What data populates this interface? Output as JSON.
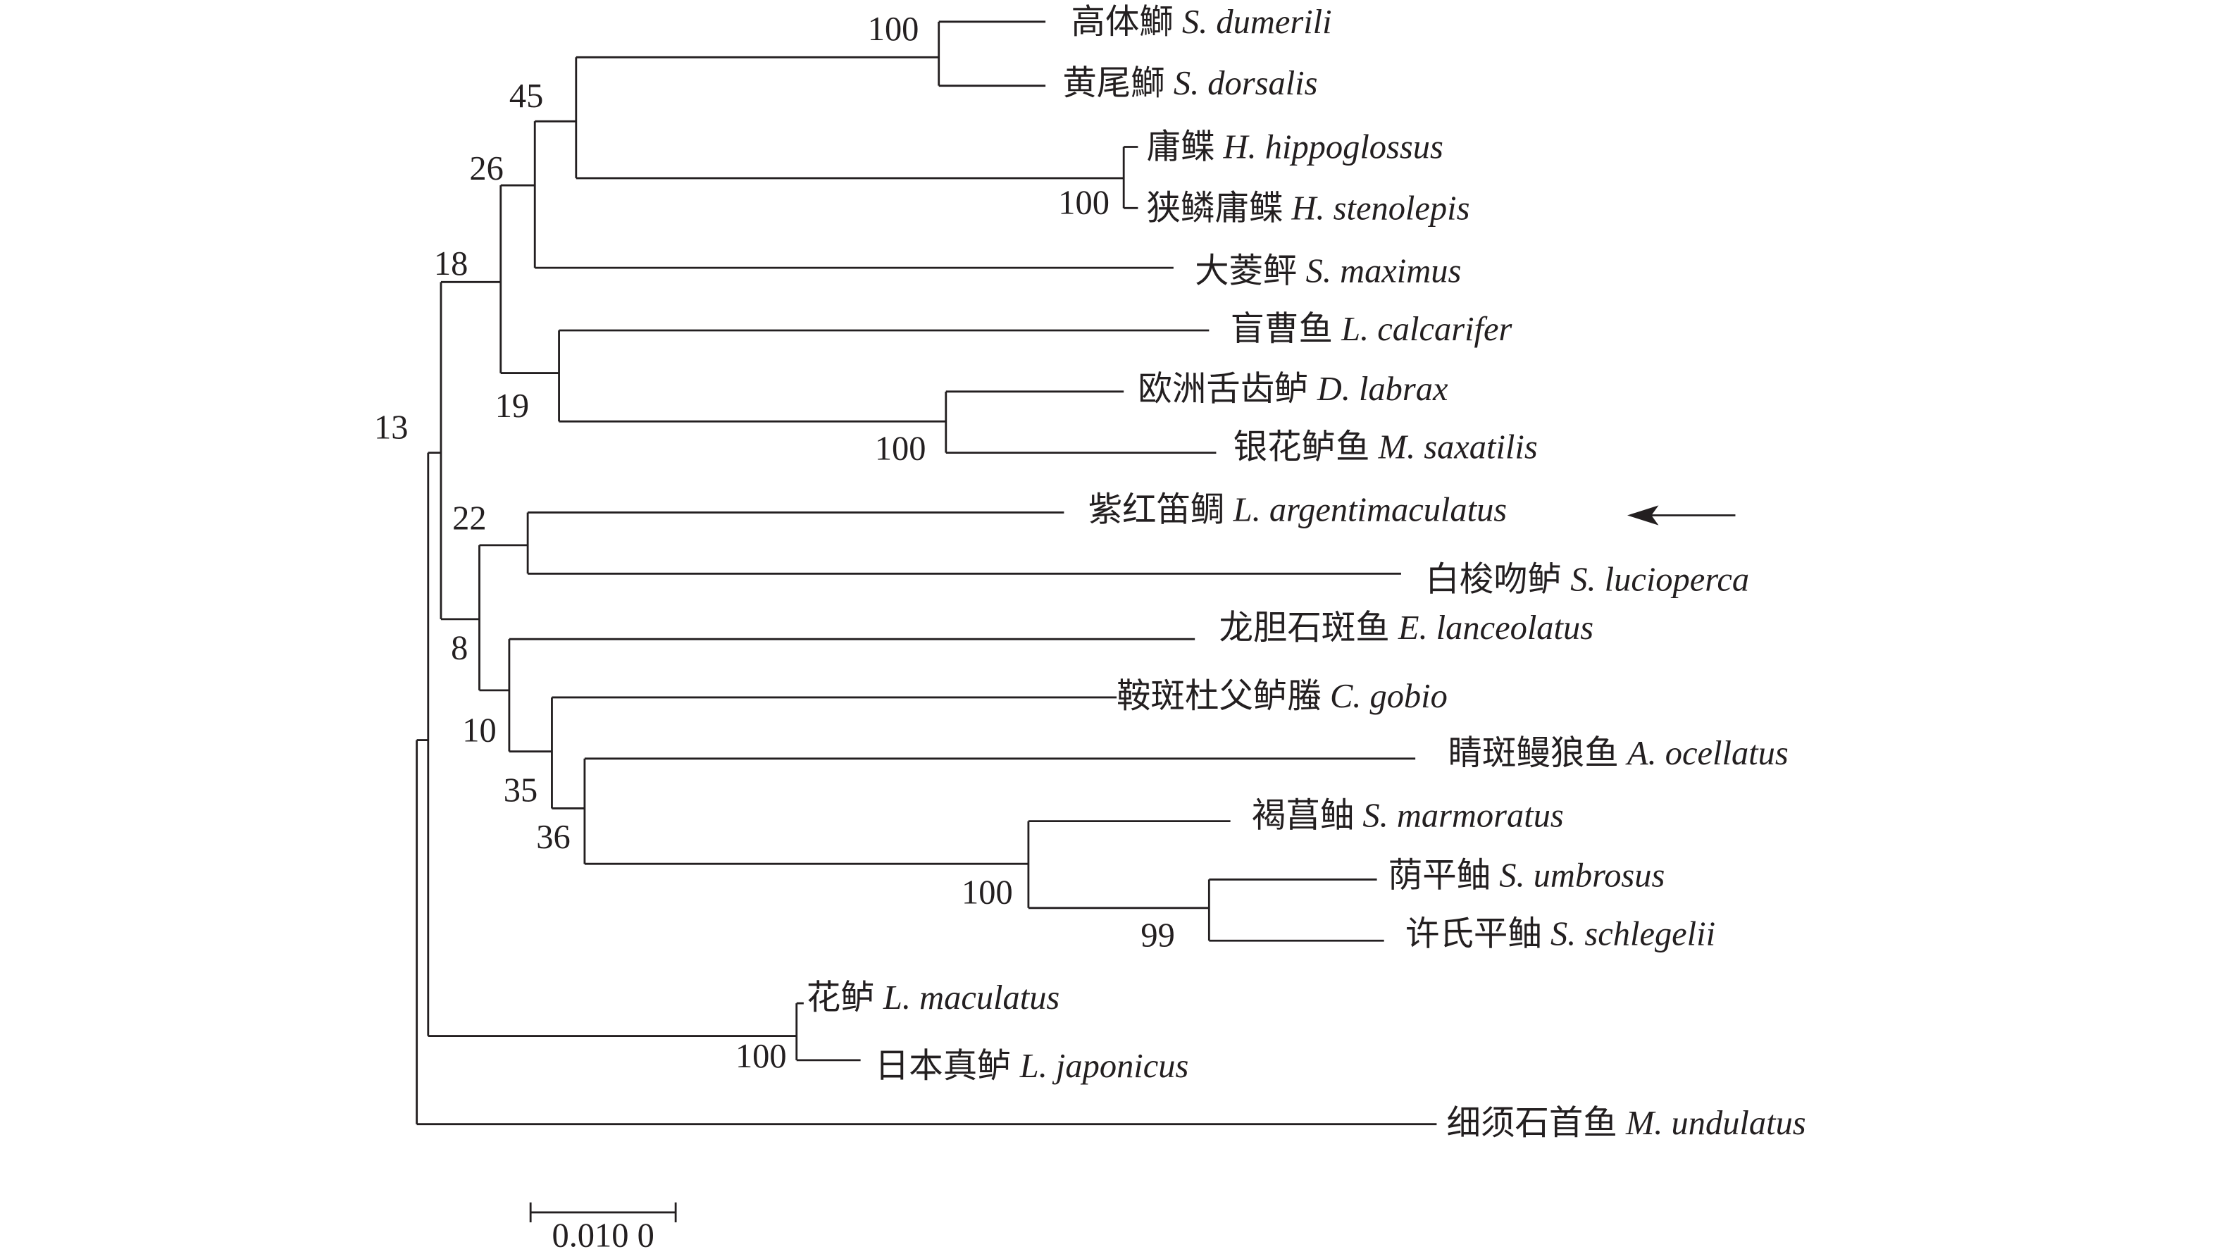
{
  "tree": {
    "leaves": [
      {
        "cn": "高体鰤",
        "latin": "S. dumerili"
      },
      {
        "cn": "黄尾鰤",
        "latin": "S. dorsalis"
      },
      {
        "cn": "庸鲽",
        "latin": "H. hippoglossus"
      },
      {
        "cn": "狭鳞庸鲽",
        "latin": "H. stenolepis"
      },
      {
        "cn": "大菱鲆",
        "latin": "S. maximus"
      },
      {
        "cn": "盲曹鱼",
        "latin": "L. calcarifer"
      },
      {
        "cn": "欧洲舌齿鲈",
        "latin": "D. labrax"
      },
      {
        "cn": "银花鲈鱼",
        "latin": "M. saxatilis"
      },
      {
        "cn": "紫红笛鲷",
        "latin": "L. argentimaculatus"
      },
      {
        "cn": "白梭吻鲈",
        "latin": "S. lucioperca"
      },
      {
        "cn": "龙胆石斑鱼",
        "latin": "E. lanceolatus"
      },
      {
        "cn": "鞍斑杜父鲈螣",
        "latin": "C. gobio"
      },
      {
        "cn": "睛斑鳗狼鱼",
        "latin": "A. ocellatus"
      },
      {
        "cn": "褐菖鲉",
        "latin": "S. marmoratus"
      },
      {
        "cn": "荫平鲉",
        "latin": "S. umbrosus"
      },
      {
        "cn": "许氏平鲉",
        "latin": "S. schlegelii"
      },
      {
        "cn": "花鲈",
        "latin": "L. maculatus"
      },
      {
        "cn": "日本真鲈",
        "latin": "L. japonicus"
      },
      {
        "cn": "细须石首鱼",
        "latin": "M. undulatus"
      }
    ],
    "bootstrap": [
      "100",
      "100",
      "45",
      "26",
      "18",
      "13",
      "19",
      "100",
      "22",
      "8",
      "10",
      "35",
      "36",
      "100",
      "99",
      "100"
    ],
    "highlighted_leaf": "紫红笛鲷 L. argentimaculatus",
    "scale_bar_label": "0.010 0"
  }
}
